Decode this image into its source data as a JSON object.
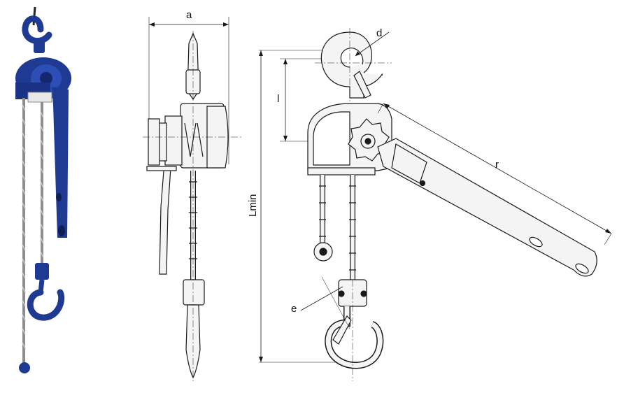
{
  "figure": {
    "photo": {
      "description_icon": "lever-hoist-photo",
      "body_color": "#1f3a93",
      "chain_color": "#9a9a9a"
    },
    "side_view": {
      "dimension_labels": {
        "width": "a"
      }
    },
    "front_view": {
      "dimension_labels": {
        "hook_opening": "d",
        "hook_to_axis": "l",
        "lever_length": "r",
        "min_height": "Lmin",
        "bottom_hook": "e"
      }
    },
    "line_color": "#1a1a1a",
    "fill_color": "#f4f4f4"
  }
}
